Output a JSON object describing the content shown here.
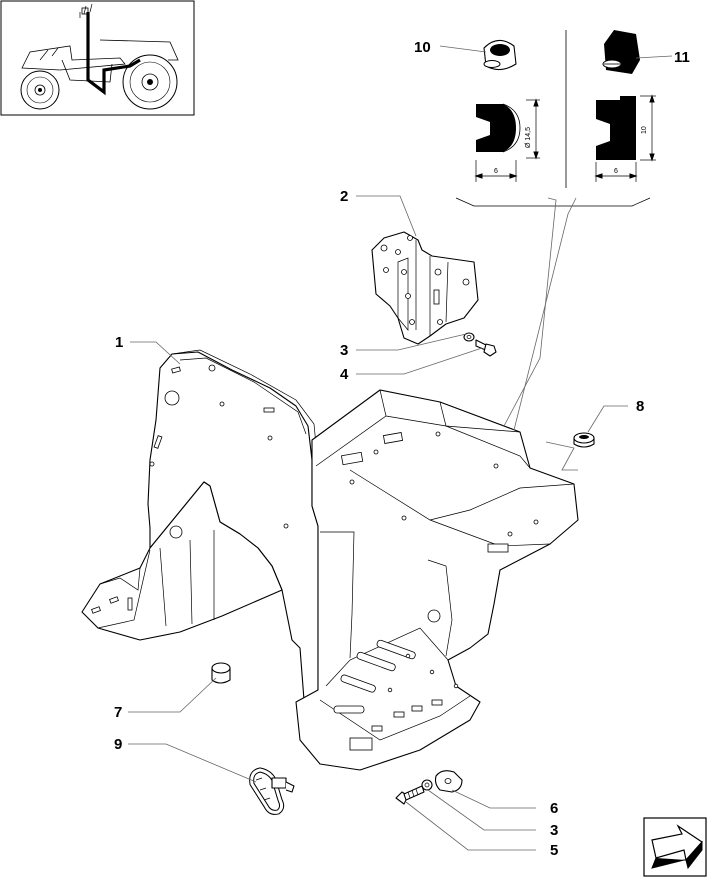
{
  "callouts": [
    {
      "id": "c1",
      "label": "1"
    },
    {
      "id": "c2",
      "label": "2"
    },
    {
      "id": "c3a",
      "label": "3"
    },
    {
      "id": "c4",
      "label": "4"
    },
    {
      "id": "c5",
      "label": "5"
    },
    {
      "id": "c6",
      "label": "6"
    },
    {
      "id": "c3b",
      "label": "3"
    },
    {
      "id": "c7",
      "label": "7"
    },
    {
      "id": "c8",
      "label": "8"
    },
    {
      "id": "c9",
      "label": "9"
    },
    {
      "id": "c10",
      "label": "10"
    },
    {
      "id": "c11",
      "label": "11"
    }
  ],
  "dimensions": {
    "diameter_10": "Ø 14,5",
    "width_10": "6",
    "height_11": "10",
    "width_11": "6"
  },
  "icons": {
    "thumbnail": "tractor-thumbnail-icon",
    "nav": "next-page-arrow-icon"
  }
}
